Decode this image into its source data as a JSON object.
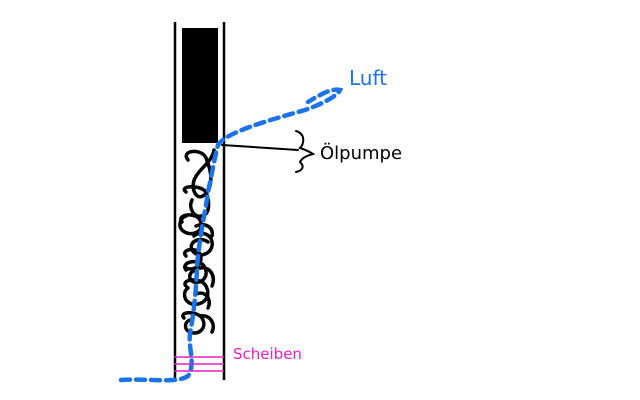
{
  "labels": {
    "luft": "Luft",
    "oelpumpe": "Ölpumpe",
    "scheiben": "Scheiben"
  },
  "colors": {
    "luft": "#1a73e8",
    "oelpumpe": "#000000",
    "scheiben": "#e61fc8",
    "tube": "#000000",
    "air_path": "#1a73e8",
    "chain": "#000000",
    "pump_block": "#000000",
    "discs": "#e61fc8"
  }
}
